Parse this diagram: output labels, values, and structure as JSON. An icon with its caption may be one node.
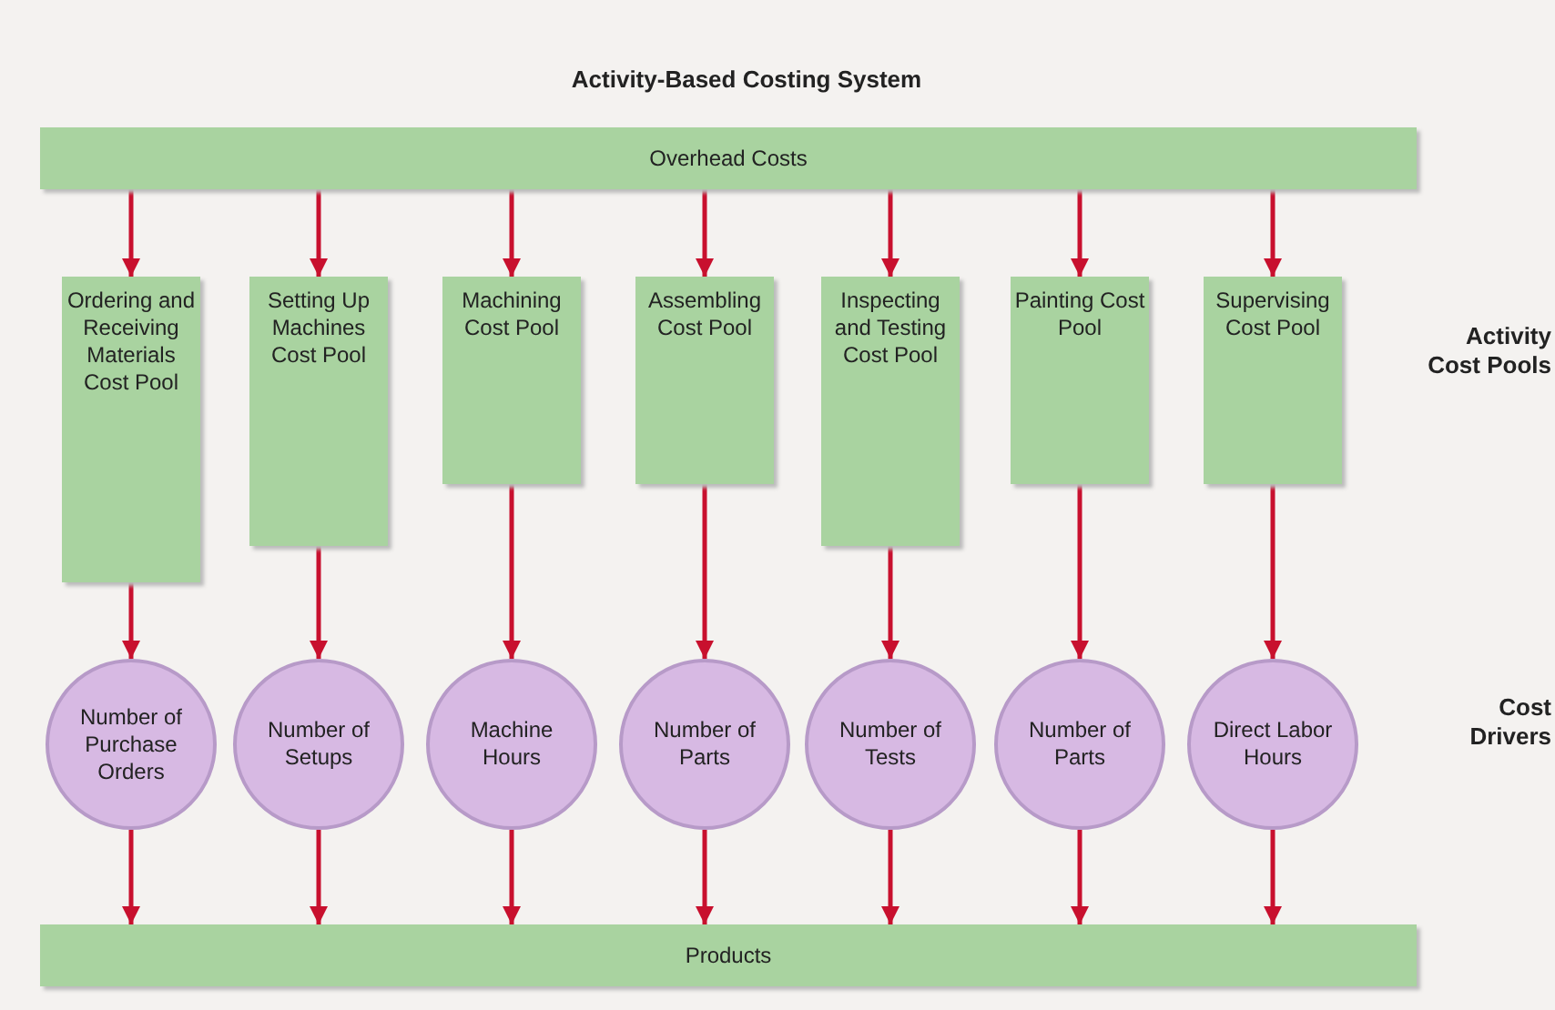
{
  "diagram": {
    "title": "Activity-Based Costing System",
    "nodes": [
      {
        "text": [
          "Overhead Costs"
        ]
      },
      {
        "text": [
          "Ordering and Receiving Materials Cost Pool"
        ]
      },
      {
        "text": [
          "Setting Up Machines Cost Pool"
        ]
      },
      {
        "text": [
          "Machining Cost Pool"
        ]
      },
      {
        "text": [
          "Assembling Cost Pool"
        ]
      },
      {
        "text": [
          "Inspecting and Testing Cost Pool"
        ]
      },
      {
        "text": [
          "Painting Cost Pool"
        ]
      },
      {
        "text": [
          "Supervising Cost Pool"
        ]
      },
      {
        "text": [
          "Number of Purchase Orders"
        ]
      },
      {
        "text": [
          "Number of Setups"
        ]
      },
      {
        "text": [
          "Machine Hours"
        ]
      },
      {
        "text": [
          "Number of Parts"
        ]
      },
      {
        "text": [
          "Number of Tests"
        ]
      },
      {
        "text": [
          "Number of Parts"
        ]
      },
      {
        "text": [
          "Direct Labor Hours"
        ]
      },
      {
        "text": [
          "Products"
        ]
      }
    ],
    "edges": [
      {
        "from": 0,
        "to": 1,
        "arrow": "to"
      },
      {
        "from": 0,
        "to": 2,
        "arrow": "to"
      },
      {
        "from": 0,
        "to": 3,
        "arrow": "to"
      },
      {
        "from": 0,
        "to": 4,
        "arrow": "to"
      },
      {
        "from": 0,
        "to": 5,
        "arrow": "to"
      },
      {
        "from": 0,
        "to": 6,
        "arrow": "to"
      },
      {
        "from": 0,
        "to": 7,
        "arrow": "to"
      },
      {
        "from": 1,
        "to": 8,
        "arrow": "to"
      },
      {
        "from": 2,
        "to": 9,
        "arrow": "to"
      },
      {
        "from": 3,
        "to": 10,
        "arrow": "to"
      },
      {
        "from": 4,
        "to": 11,
        "arrow": "to"
      },
      {
        "from": 5,
        "to": 12,
        "arrow": "to"
      },
      {
        "from": 6,
        "to": 13,
        "arrow": "to"
      },
      {
        "from": 7,
        "to": 14,
        "arrow": "to"
      },
      {
        "from": 8,
        "to": 15,
        "arrow": "to"
      },
      {
        "from": 9,
        "to": 15,
        "arrow": "to"
      },
      {
        "from": 10,
        "to": 15,
        "arrow": "to"
      },
      {
        "from": 11,
        "to": 15,
        "arrow": "to"
      },
      {
        "from": 12,
        "to": 15,
        "arrow": "to"
      },
      {
        "from": 13,
        "to": 15,
        "arrow": "to"
      },
      {
        "from": 14,
        "to": 15,
        "arrow": "to"
      }
    ],
    "labels": [
      "Activity Cost Pools",
      "Cost Drivers"
    ]
  }
}
